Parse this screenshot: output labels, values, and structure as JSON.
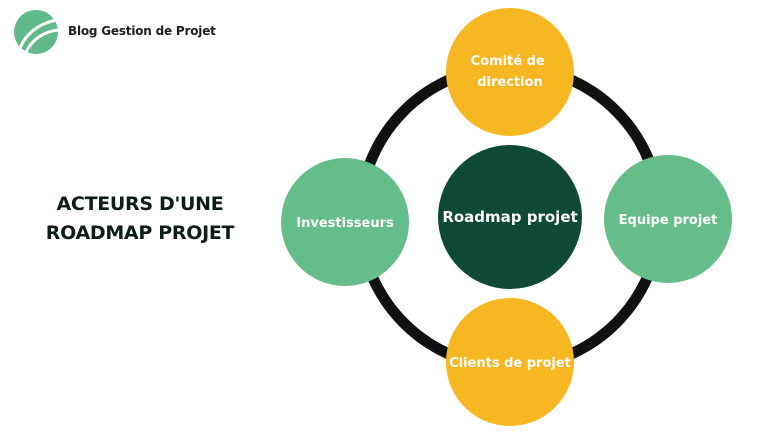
{
  "brand": {
    "name": "Blog Gestion de Projet",
    "logo_icon": "leaf-logo-icon",
    "logo_color": "#5fb98b"
  },
  "title": {
    "line1": "ACTEURS D'UNE",
    "line2": "ROADMAP PROJET"
  },
  "diagram": {
    "center": {
      "label": "Roadmap projet",
      "color": "#0e4a36"
    },
    "ring_color": "#111111",
    "nodes": {
      "top": {
        "lines": [
          "Comité de",
          "direction"
        ],
        "color": "#f6b722"
      },
      "right": {
        "lines": [
          "Equipe projet"
        ],
        "color": "#64bd8a"
      },
      "bottom": {
        "lines": [
          "Clients de projet"
        ],
        "color": "#f6b722"
      },
      "left": {
        "lines": [
          "Investisseurs"
        ],
        "color": "#64bd8a"
      }
    }
  }
}
